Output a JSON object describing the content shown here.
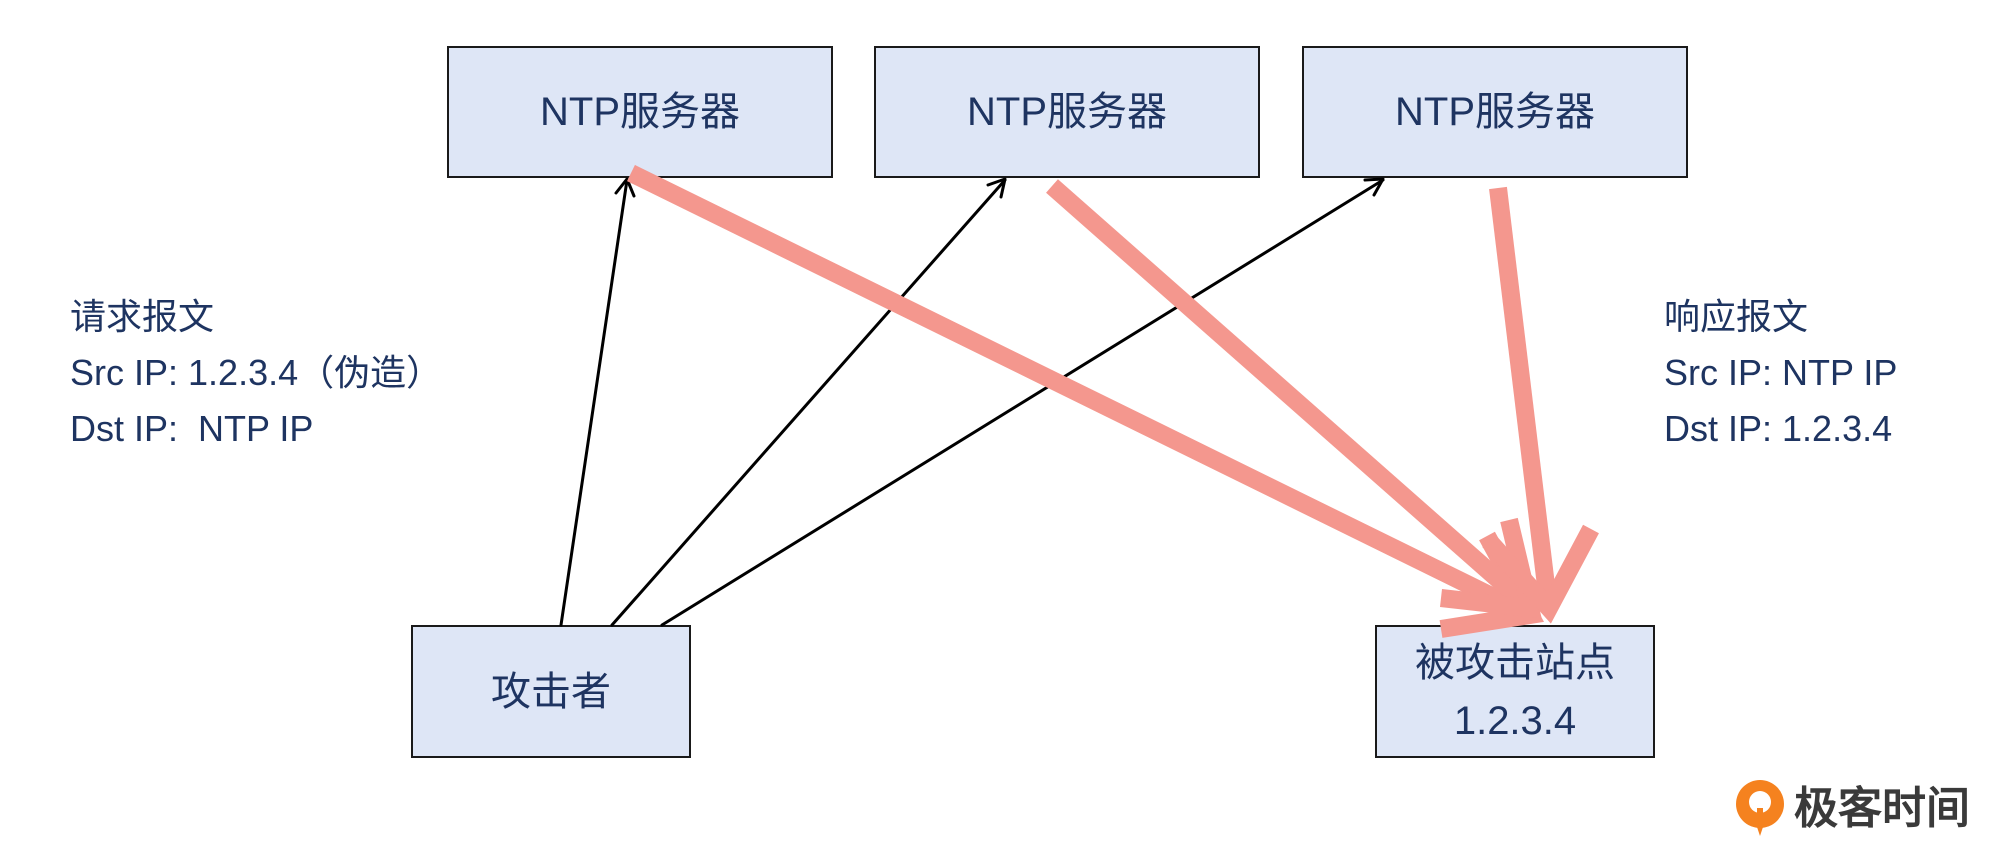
{
  "diagram": {
    "ntp_servers": [
      {
        "label": "NTP服务器"
      },
      {
        "label": "NTP服务器"
      },
      {
        "label": "NTP服务器"
      }
    ],
    "attacker": {
      "label": "攻击者"
    },
    "victim": {
      "label": "被攻击站点",
      "ip": "1.2.3.4"
    },
    "request_note": {
      "title": "请求报文",
      "src": "Src IP: 1.2.3.4（伪造）",
      "dst": "Dst IP:  NTP IP"
    },
    "response_note": {
      "title": "响应报文",
      "src": "Src IP: NTP IP",
      "dst": "Dst IP: 1.2.3.4"
    }
  },
  "brand": {
    "name": "极客时间",
    "icon": "geektime-logo-icon"
  },
  "colors": {
    "box_fill": "#DEE6F6",
    "text": "#1E3461",
    "request_arrow": "#000000",
    "response_arrow": "#F4978E",
    "brand": "#F5821F"
  }
}
